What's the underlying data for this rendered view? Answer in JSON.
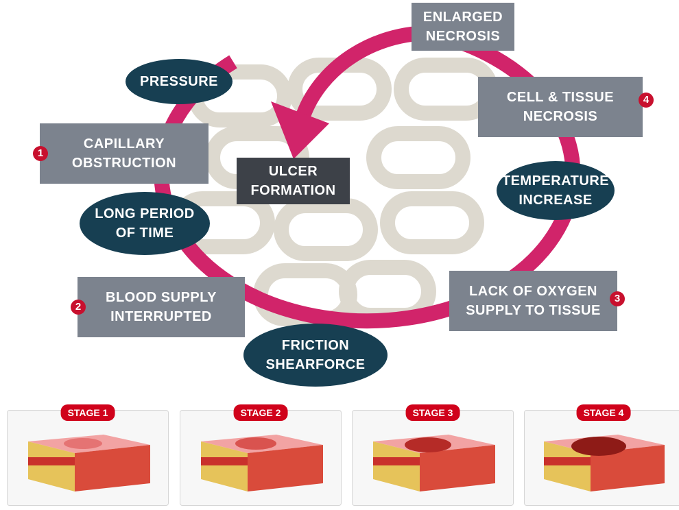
{
  "cycle": {
    "capillary_obstruction": "Capillary\nObstruction",
    "blood_supply_interrupted": "Blood Supply\nInterrupted",
    "lack_of_oxygen": "Lack of Oxygen\nSupply to Tissue",
    "cell_tissue_necrosis": "Cell & Tissue\nNecrosis",
    "enlarged_necrosis": "Enlarged\nNecrosis",
    "ulcer_formation": "Ulcer\nFormation",
    "pressure": "Pressure",
    "long_period": "Long Period\nof Time",
    "friction_shearforce": "Friction\nShearforce",
    "temperature_increase": "Temperature\nIncrease",
    "step_numbers": [
      "1",
      "2",
      "3",
      "4"
    ]
  },
  "stages": [
    {
      "label": "Stage 1"
    },
    {
      "label": "Stage 2"
    },
    {
      "label": "Stage 3"
    },
    {
      "label": "Stage 4"
    }
  ],
  "colors": {
    "cycle_arrow": "#d1246a",
    "step_box": "#7c838e",
    "oval": "#173f52",
    "center_box": "#3d4148",
    "badge": "#c8102e",
    "cells": "#ddd9cf"
  }
}
